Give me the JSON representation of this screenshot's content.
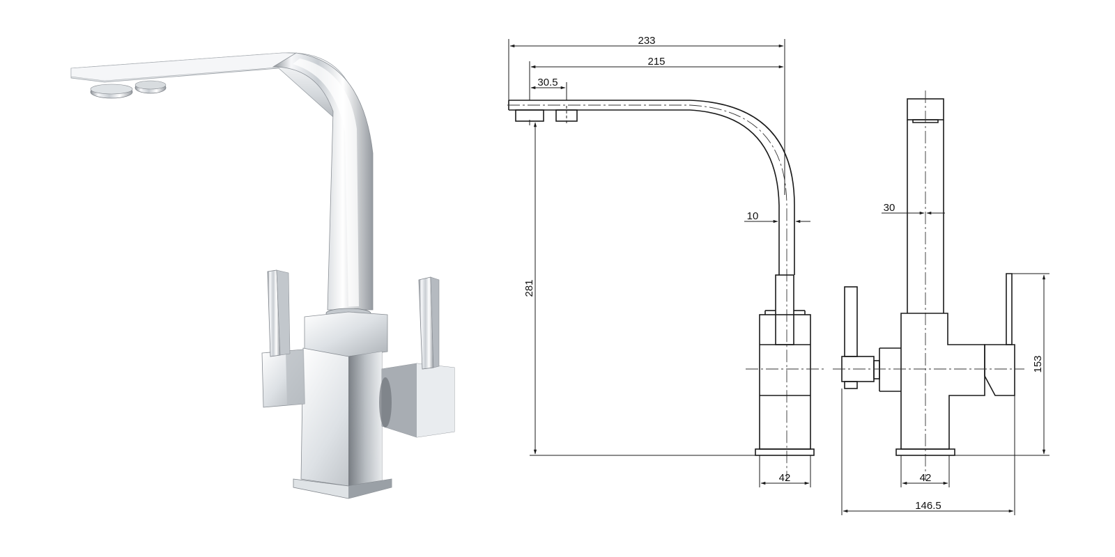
{
  "drawing": {
    "product_photo": "chrome-kitchen-faucet-photo",
    "dimensions": {
      "overall_reach": "233",
      "spout_reach": "215",
      "outlet_spacing": "30.5",
      "spout_thickness": "10",
      "overall_height": "281",
      "body_width_side": "42",
      "spout_width": "30",
      "body_width_front": "42",
      "lever_height": "153",
      "lever_span": "146.5"
    },
    "colors": {
      "chrome_light": "#f4f6f8",
      "chrome_mid": "#c9ced3",
      "chrome_dark": "#7b8086",
      "line": "#1a1a1a"
    }
  }
}
